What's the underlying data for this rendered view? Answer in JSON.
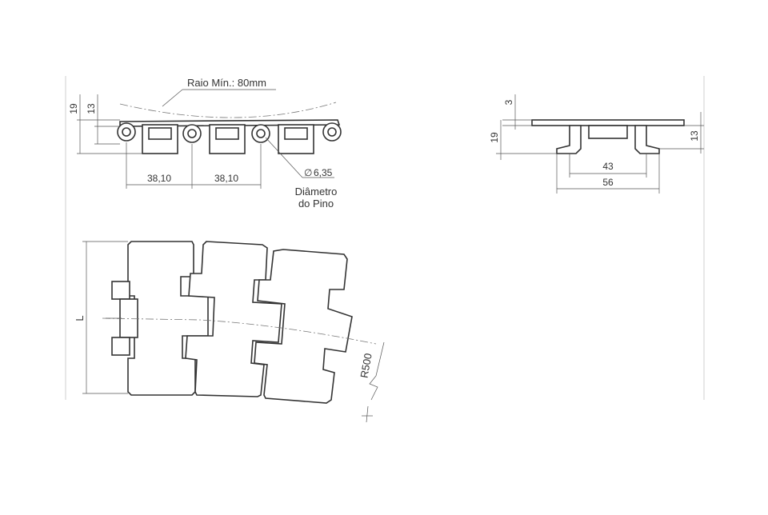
{
  "side_view": {
    "radius_label": "Raio Mín.: 80mm",
    "height_outer": "19",
    "height_inner": "13",
    "pitch_1": "38,10",
    "pitch_2": "38,10",
    "pin_diameter": "6,35",
    "pin_label_line1": "Diâmetro",
    "pin_label_line2": "do Pino"
  },
  "end_view": {
    "top_thickness": "3",
    "height_outer": "19",
    "height_inner": "13",
    "inner_width": "43",
    "outer_width": "56"
  },
  "plan_view": {
    "length_label": "L",
    "radius_label": "R500"
  },
  "diameter_symbol": "∅"
}
